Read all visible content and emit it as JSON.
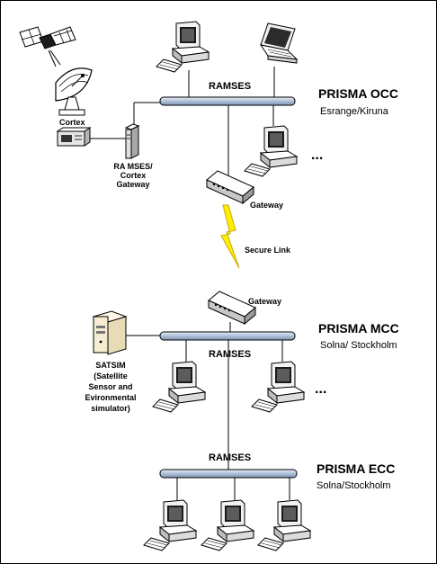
{
  "occ": {
    "title": "PRISMA OCC",
    "location": "Esrange/Kiruna",
    "bus_label": "RAMSES",
    "cortex_label": "Cortex",
    "gateway_label_1": "RA MSES/",
    "gateway_label_2": "Cortex",
    "gateway_label_3": "Gateway",
    "router_label": "Gateway",
    "more": "..."
  },
  "link": {
    "label": "Secure Link"
  },
  "mcc": {
    "title": "PRISMA MCC",
    "location": "Solna/ Stockholm",
    "bus_label": "RAMSES",
    "router_label": "Gateway",
    "satsim_lines": [
      "SATSIM",
      "(Satellite",
      "Sensor and",
      "Evironmental",
      "simulator)"
    ],
    "more": "..."
  },
  "ecc": {
    "title": "PRISMA ECC",
    "location": "Solna/Stockholm",
    "bus_label": "RAMSES"
  }
}
